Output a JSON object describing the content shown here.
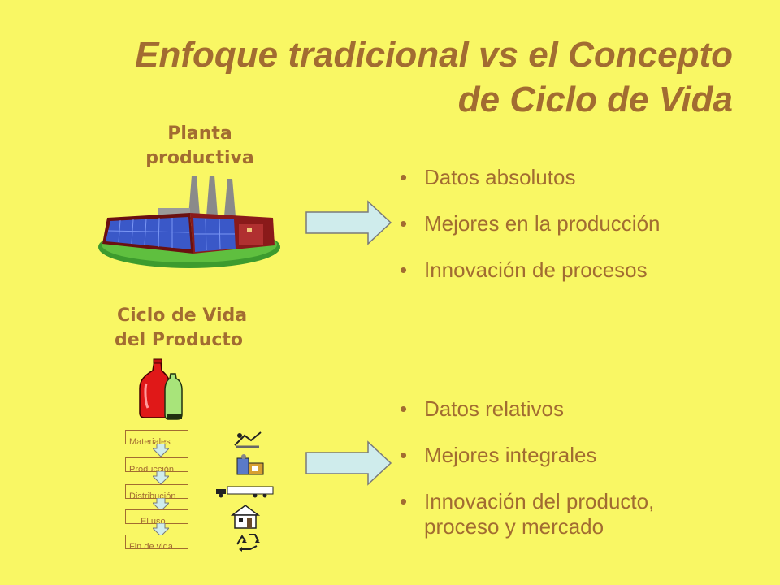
{
  "title": {
    "line1": "Enfoque tradicional vs el Concepto",
    "line2": "de Ciclo de Vida"
  },
  "plant": {
    "heading_line1": "Planta",
    "heading_line2": "productiva",
    "bullets": [
      "Datos absolutos",
      "Mejores en la producción",
      "Innovación de procesos"
    ]
  },
  "lifecycle": {
    "heading_line1": "Ciclo de Vida",
    "heading_line2": "del Producto",
    "stages": [
      "Materiales",
      "Producción",
      "Distribución",
      "El uso",
      "Fin de vida"
    ],
    "bullets": [
      "Datos relativos",
      "Mejores integrales"
    ],
    "bullet3_line1": "Innovación del producto,",
    "bullet3_line2": "proceso y mercado"
  },
  "colors": {
    "background": "#f9f764",
    "text": "#a26c31",
    "arrow_fill": "#cfecec"
  }
}
